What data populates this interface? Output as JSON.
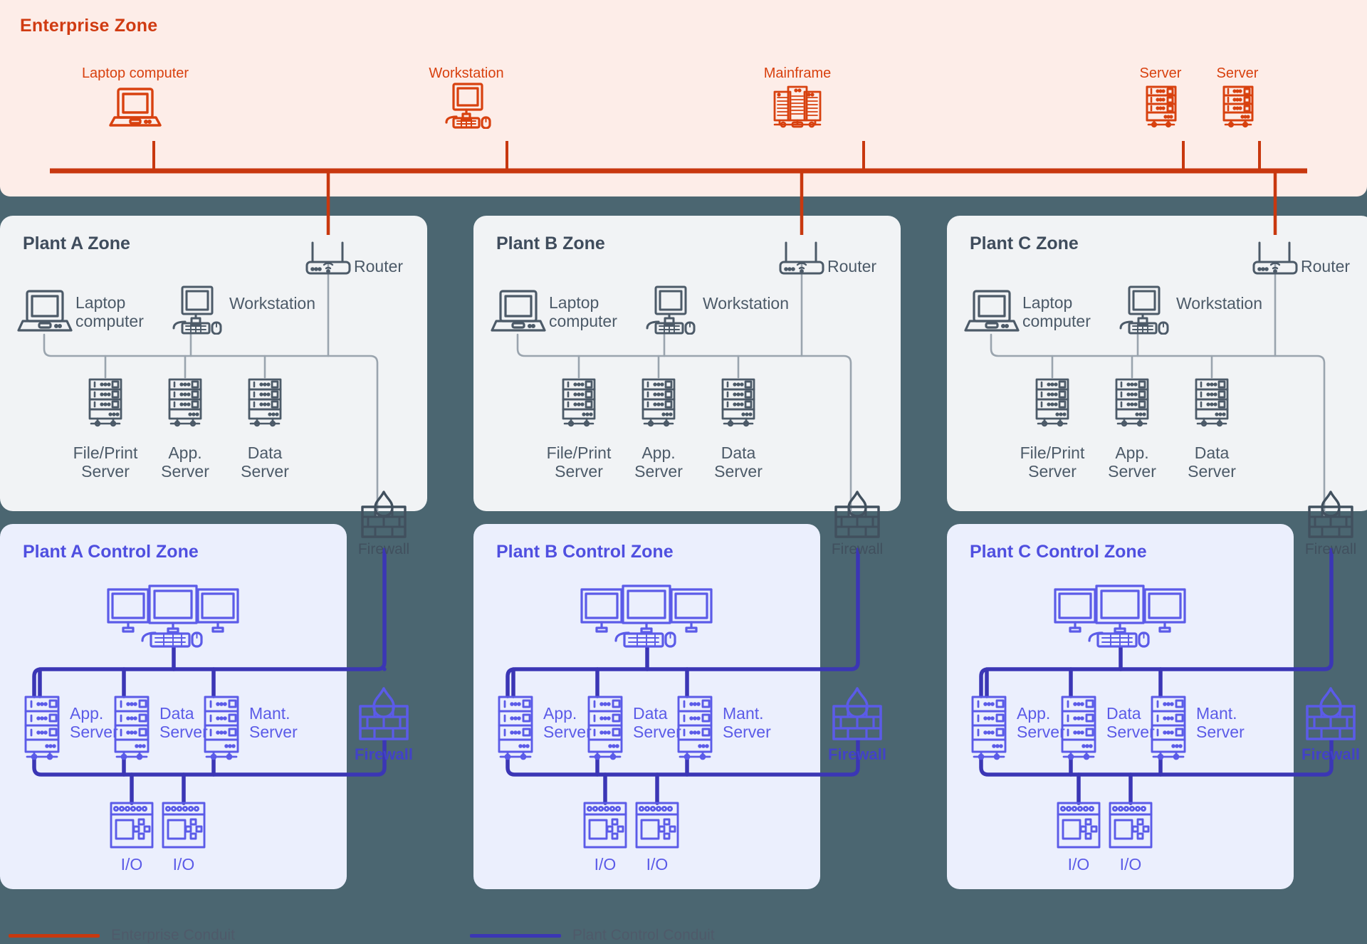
{
  "colors": {
    "page_background": "#4B6671",
    "enterprise_panel": "#FDEDE8",
    "enterprise_accent": "#D8410F",
    "plant_panel": "#F1F3F5",
    "plant_accent": "#4C5A68",
    "control_panel": "#EBEFFD",
    "control_accent": "#5B5BE8",
    "control_conduit": "#3B36B5",
    "enterprise_conduit": "#C8380F"
  },
  "enterprise": {
    "title": "Enterprise Zone",
    "nodes": [
      {
        "label": "Laptop computer",
        "icon": "laptop-icon"
      },
      {
        "label": "Workstation",
        "icon": "workstation-icon"
      },
      {
        "label": "Mainframe",
        "icon": "mainframe-icon"
      },
      {
        "label": "Server",
        "icon": "server-icon"
      },
      {
        "label": "Server",
        "icon": "server-icon"
      }
    ]
  },
  "plant_zones": [
    {
      "title": "Plant A Zone",
      "router": {
        "label": "Router",
        "icon": "router-icon"
      },
      "laptop": {
        "label": "Laptop\ncomputer",
        "icon": "laptop-icon"
      },
      "workstation": {
        "label": "Workstation",
        "icon": "workstation-icon"
      },
      "servers": [
        {
          "label": "File/Print\nServer",
          "icon": "server-icon"
        },
        {
          "label": "App.\nServer",
          "icon": "server-icon"
        },
        {
          "label": "Data\nServer",
          "icon": "server-icon"
        }
      ],
      "firewall": {
        "label": "Firewall",
        "icon": "firewall-icon"
      }
    },
    {
      "title": "Plant B Zone",
      "router": {
        "label": "Router",
        "icon": "router-icon"
      },
      "laptop": {
        "label": "Laptop\ncomputer",
        "icon": "laptop-icon"
      },
      "workstation": {
        "label": "Workstation",
        "icon": "workstation-icon"
      },
      "servers": [
        {
          "label": "File/Print\nServer",
          "icon": "server-icon"
        },
        {
          "label": "App.\nServer",
          "icon": "server-icon"
        },
        {
          "label": "Data\nServer",
          "icon": "server-icon"
        }
      ],
      "firewall": {
        "label": "Firewall",
        "icon": "firewall-icon"
      }
    },
    {
      "title": "Plant C Zone",
      "router": {
        "label": "Router",
        "icon": "router-icon"
      },
      "laptop": {
        "label": "Laptop\ncomputer",
        "icon": "laptop-icon"
      },
      "workstation": {
        "label": "Workstation",
        "icon": "workstation-icon"
      },
      "servers": [
        {
          "label": "File/Print\nServer",
          "icon": "server-icon"
        },
        {
          "label": "App.\nServer",
          "icon": "server-icon"
        },
        {
          "label": "Data\nServer",
          "icon": "server-icon"
        }
      ],
      "firewall": {
        "label": "Firewall",
        "icon": "firewall-icon"
      }
    }
  ],
  "control_zones": [
    {
      "title": "Plant A Control Zone",
      "hmi": {
        "icon": "triple-monitor-icon"
      },
      "servers": [
        {
          "label": "App.\nServer",
          "icon": "server-icon"
        },
        {
          "label": "Data\nServer",
          "icon": "server-icon"
        },
        {
          "label": "Mant.\nServer",
          "icon": "server-icon"
        }
      ],
      "io": [
        {
          "label": "I/O",
          "icon": "io-module-icon"
        },
        {
          "label": "I/O",
          "icon": "io-module-icon"
        }
      ],
      "firewall": {
        "label": "Firewall",
        "icon": "firewall-icon"
      }
    },
    {
      "title": "Plant B Control Zone",
      "hmi": {
        "icon": "triple-monitor-icon"
      },
      "servers": [
        {
          "label": "App.\nServer",
          "icon": "server-icon"
        },
        {
          "label": "Data\nServer",
          "icon": "server-icon"
        },
        {
          "label": "Mant.\nServer",
          "icon": "server-icon"
        }
      ],
      "io": [
        {
          "label": "I/O",
          "icon": "io-module-icon"
        },
        {
          "label": "I/O",
          "icon": "io-module-icon"
        }
      ],
      "firewall": {
        "label": "Firewall",
        "icon": "firewall-icon"
      }
    },
    {
      "title": "Plant C Control Zone",
      "hmi": {
        "icon": "triple-monitor-icon"
      },
      "servers": [
        {
          "label": "App.\nServer",
          "icon": "server-icon"
        },
        {
          "label": "Data\nServer",
          "icon": "server-icon"
        },
        {
          "label": "Mant.\nServer",
          "icon": "server-icon"
        }
      ],
      "io": [
        {
          "label": "I/O",
          "icon": "io-module-icon"
        },
        {
          "label": "I/O",
          "icon": "io-module-icon"
        }
      ],
      "firewall": {
        "label": "Firewall",
        "icon": "firewall-icon"
      }
    }
  ],
  "legend": {
    "items": [
      {
        "label": "Enterprise Conduit",
        "color": "#C8380F"
      },
      {
        "label": "Plant Control Conduit",
        "color": "#3B36B5"
      }
    ]
  }
}
